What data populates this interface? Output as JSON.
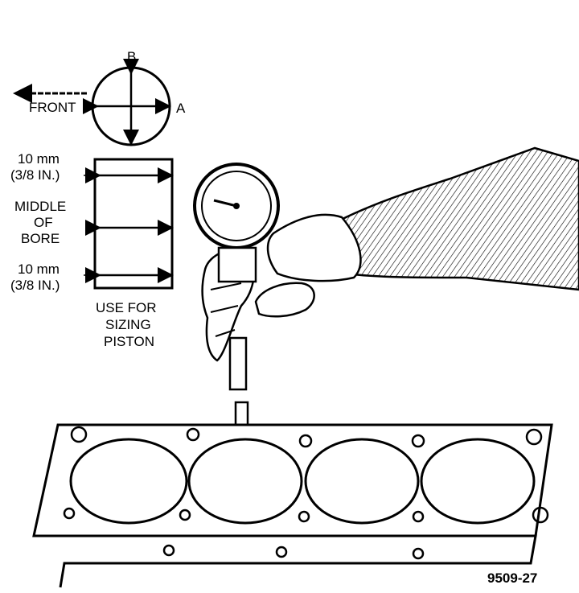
{
  "labels": {
    "direction_b": "B",
    "direction_a": "A",
    "front": "FRONT",
    "top_offset_line1": "10 mm",
    "top_offset_line2": "(3/8 IN.)",
    "middle_line1": "MIDDLE",
    "middle_line2": "OF",
    "middle_line3": "BORE",
    "bottom_offset_line1": "10 mm",
    "bottom_offset_line2": "(3/8 IN.)",
    "use_line1": "USE FOR",
    "use_line2": "SIZING",
    "use_line3": "PISTON",
    "figure_code": "9509-27"
  },
  "colors": {
    "ink": "#000000",
    "paper": "#ffffff"
  }
}
